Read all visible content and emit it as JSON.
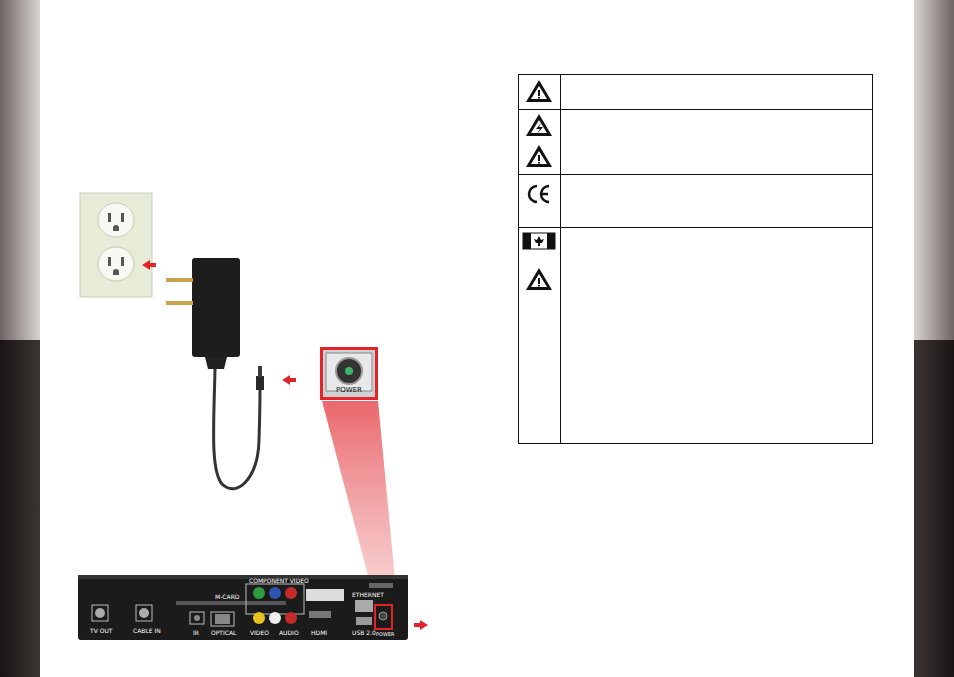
{
  "diagram": {
    "nodes": [
      {
        "text": [
          "POWER"
        ]
      }
    ],
    "labels": [
      "TV OUT",
      "CABLE IN",
      "IR",
      "OPTICAL",
      "COMPONENT VIDEO",
      "VIDEO",
      "AUDIO",
      "HDMI",
      "M-CARD",
      "ETHERNET",
      "USB 2.0",
      "POWER"
    ]
  }
}
